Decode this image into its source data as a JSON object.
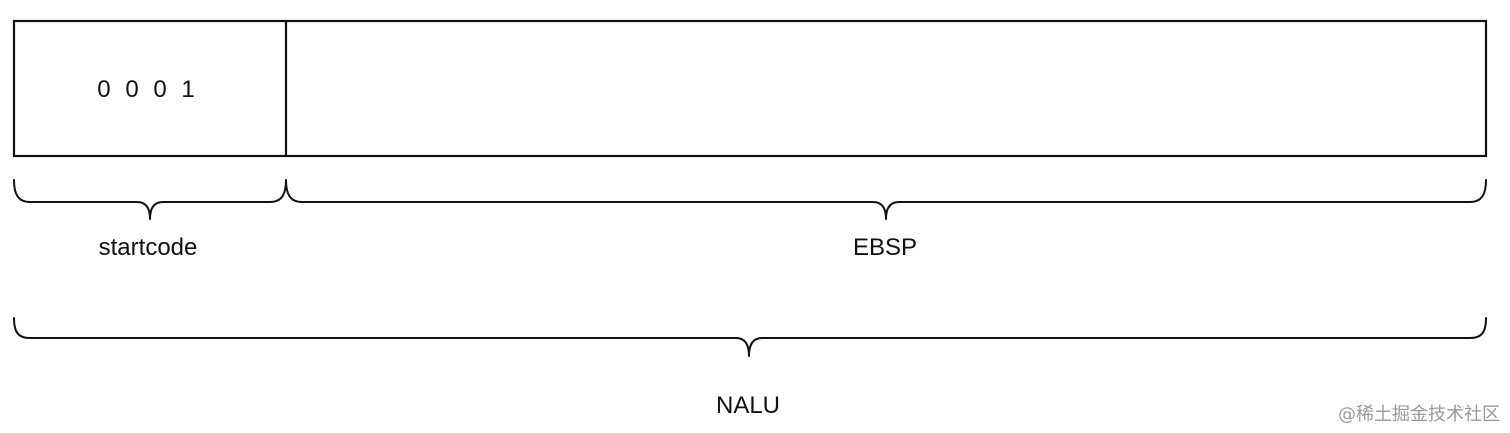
{
  "diagram": {
    "segments": {
      "startcode": {
        "box_text": "0 0 0 1",
        "label": "startcode"
      },
      "ebsp": {
        "box_text": "",
        "label": "EBSP"
      }
    },
    "overall_label": "NALU",
    "watermark": "@稀土掘金技术社区",
    "colors": {
      "line": "#111111",
      "text": "#111111",
      "watermark": "#9a9a9a",
      "background": "#ffffff"
    }
  }
}
